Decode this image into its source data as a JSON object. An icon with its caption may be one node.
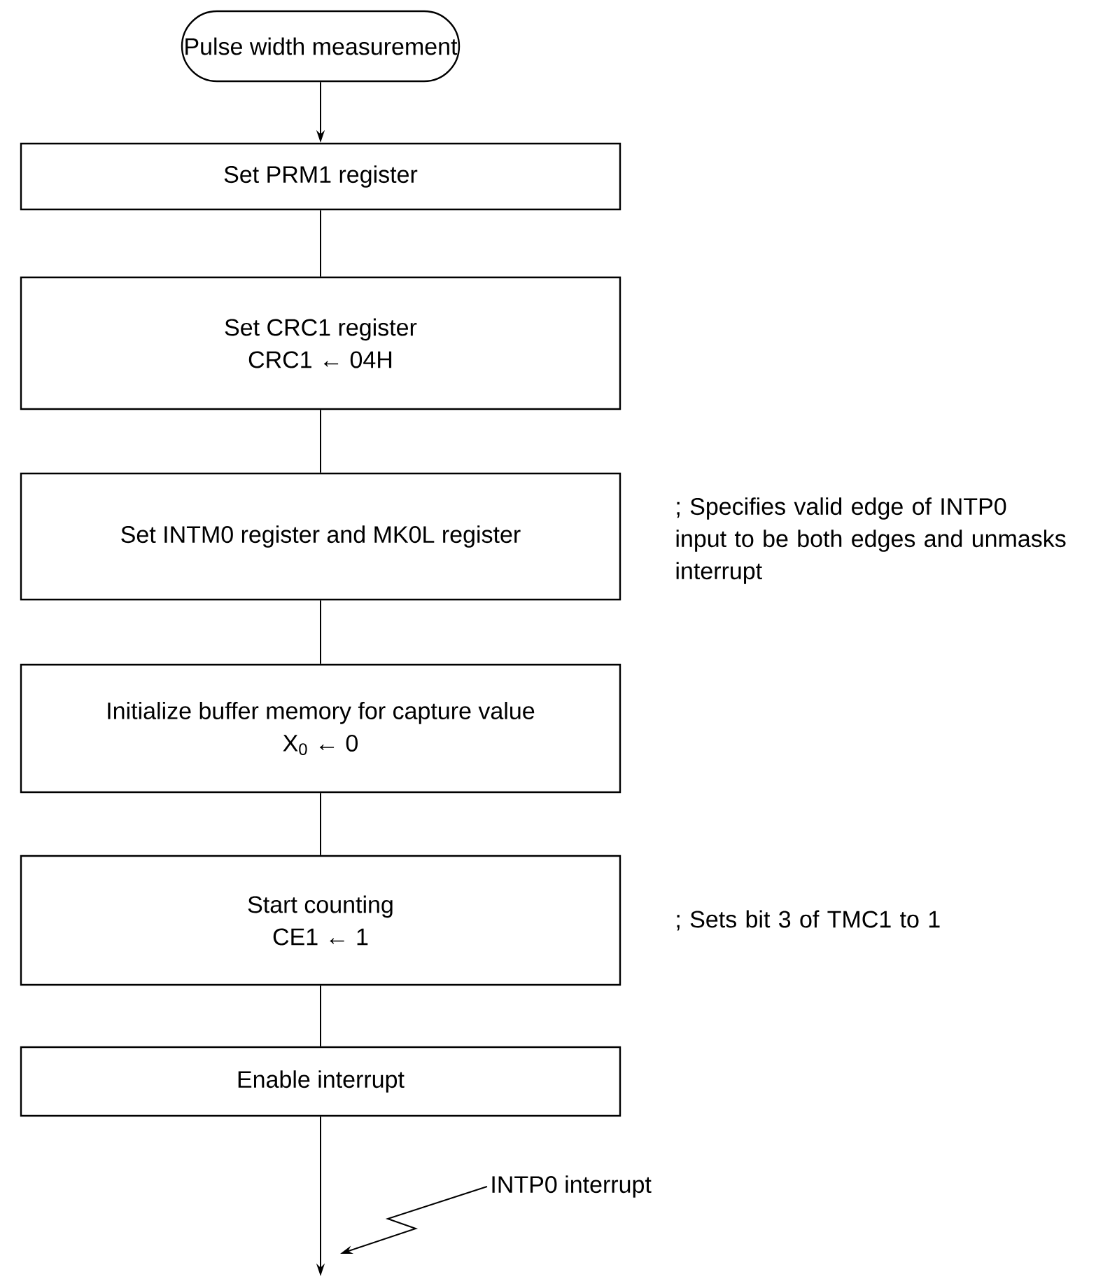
{
  "diagram": {
    "nodes": [
      {
        "text": [
          "Pulse width measurement"
        ]
      },
      {
        "text": [
          "Set PRM1 register"
        ]
      },
      {
        "text": [
          "Set CRC1 register",
          "CRC1 ← 04H"
        ]
      },
      {
        "text": [
          "Set INTM0 register and MK0L register"
        ],
        "beside": [
          "; Specifies valid edge of INTP0 input to be both edges and unmasks interrupt"
        ]
      },
      {
        "text": [
          "Initialize buffer memory for capture value",
          "X$_{0}$ ← 0"
        ]
      },
      {
        "text": [
          "Start counting",
          "CE1 ← 1"
        ],
        "beside": [
          "; Sets bit 3 of TMC1 to 1"
        ]
      },
      {
        "text": [
          "Enable interrupt"
        ]
      },
      {
        "text": [
          "INTP0 interrupt"
        ]
      }
    ],
    "edges": [
      {
        "from": 0,
        "to": 1,
        "arrow": "to"
      },
      {
        "from": 1,
        "to": 2,
        "arrow": "none"
      },
      {
        "from": 2,
        "to": 3,
        "arrow": "none"
      },
      {
        "from": 3,
        "to": 4,
        "arrow": "none"
      },
      {
        "from": 4,
        "to": 5,
        "arrow": "none"
      },
      {
        "from": 5,
        "to": 6,
        "arrow": "none"
      },
      {
        "from": 6,
        "to": null,
        "arrow": "to"
      },
      {
        "from": 7,
        "to": null,
        "arrow": "to"
      }
    ]
  }
}
